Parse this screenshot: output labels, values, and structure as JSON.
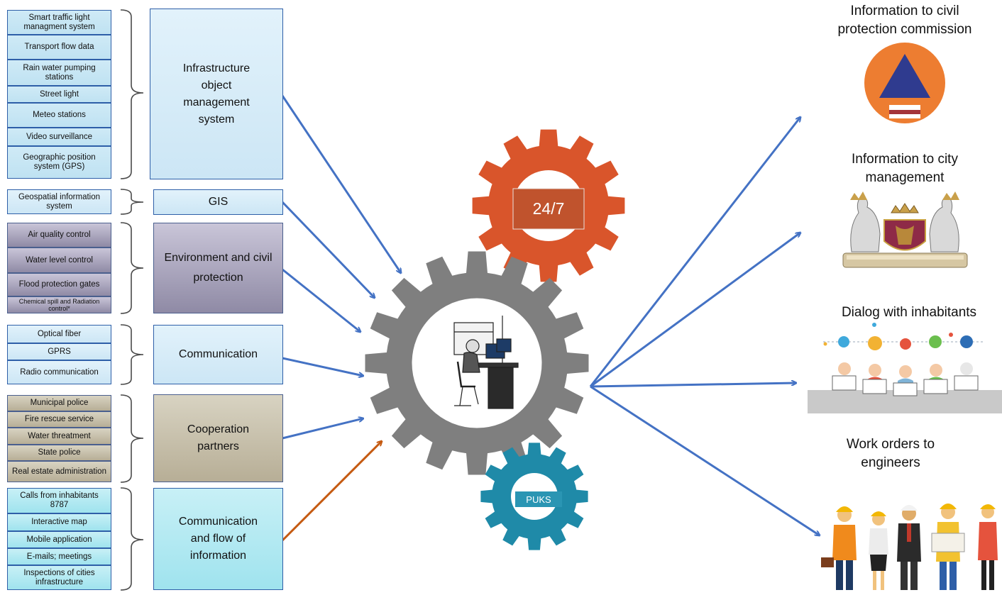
{
  "groups": [
    {
      "category": "Infrastructure object management system",
      "items": [
        "Smart traffic light managment system",
        "Transport flow data",
        "Rain water pumping stations",
        "Street light",
        "Meteo stations",
        "Video surveillance",
        "Geographic position system (GPS)"
      ]
    },
    {
      "category": "GIS",
      "items": [
        "Geospatial information system"
      ]
    },
    {
      "category": "Environment and civil protection",
      "items": [
        "Air quality control",
        "Water level control",
        "Flood protection gates",
        "Chemical spill and Radiation control*"
      ]
    },
    {
      "category": "Communication",
      "items": [
        "Optical fiber",
        "GPRS",
        "Radio communication"
      ]
    },
    {
      "category": "Cooperation partners",
      "items": [
        "Municipal police",
        "Fire rescue service",
        "Water threatment",
        "State police",
        "Real estate administration"
      ]
    },
    {
      "category": "Communication and flow of information",
      "items": [
        "Calls from inhabitants 8787",
        "Interactive map",
        "Mobile application",
        "E-mails; meetings",
        "Inspections of cities infrastructure"
      ]
    }
  ],
  "gears": {
    "top_label": "24/7",
    "bottom_label": "PUKS"
  },
  "outputs": [
    "Information to civil protection commission",
    "Information to city management",
    "Dialog with inhabitants",
    "Work orders to engineers"
  ],
  "colors": {
    "arrow_blue": "#4472c4",
    "arrow_orange": "#c55a11",
    "gear_grey": "#7f7f7f",
    "gear_orange": "#d9552b",
    "gear_teal": "#1f8aa8",
    "civil_protection_orange": "#ed7d31",
    "civil_protection_blue": "#2f3b8f"
  }
}
